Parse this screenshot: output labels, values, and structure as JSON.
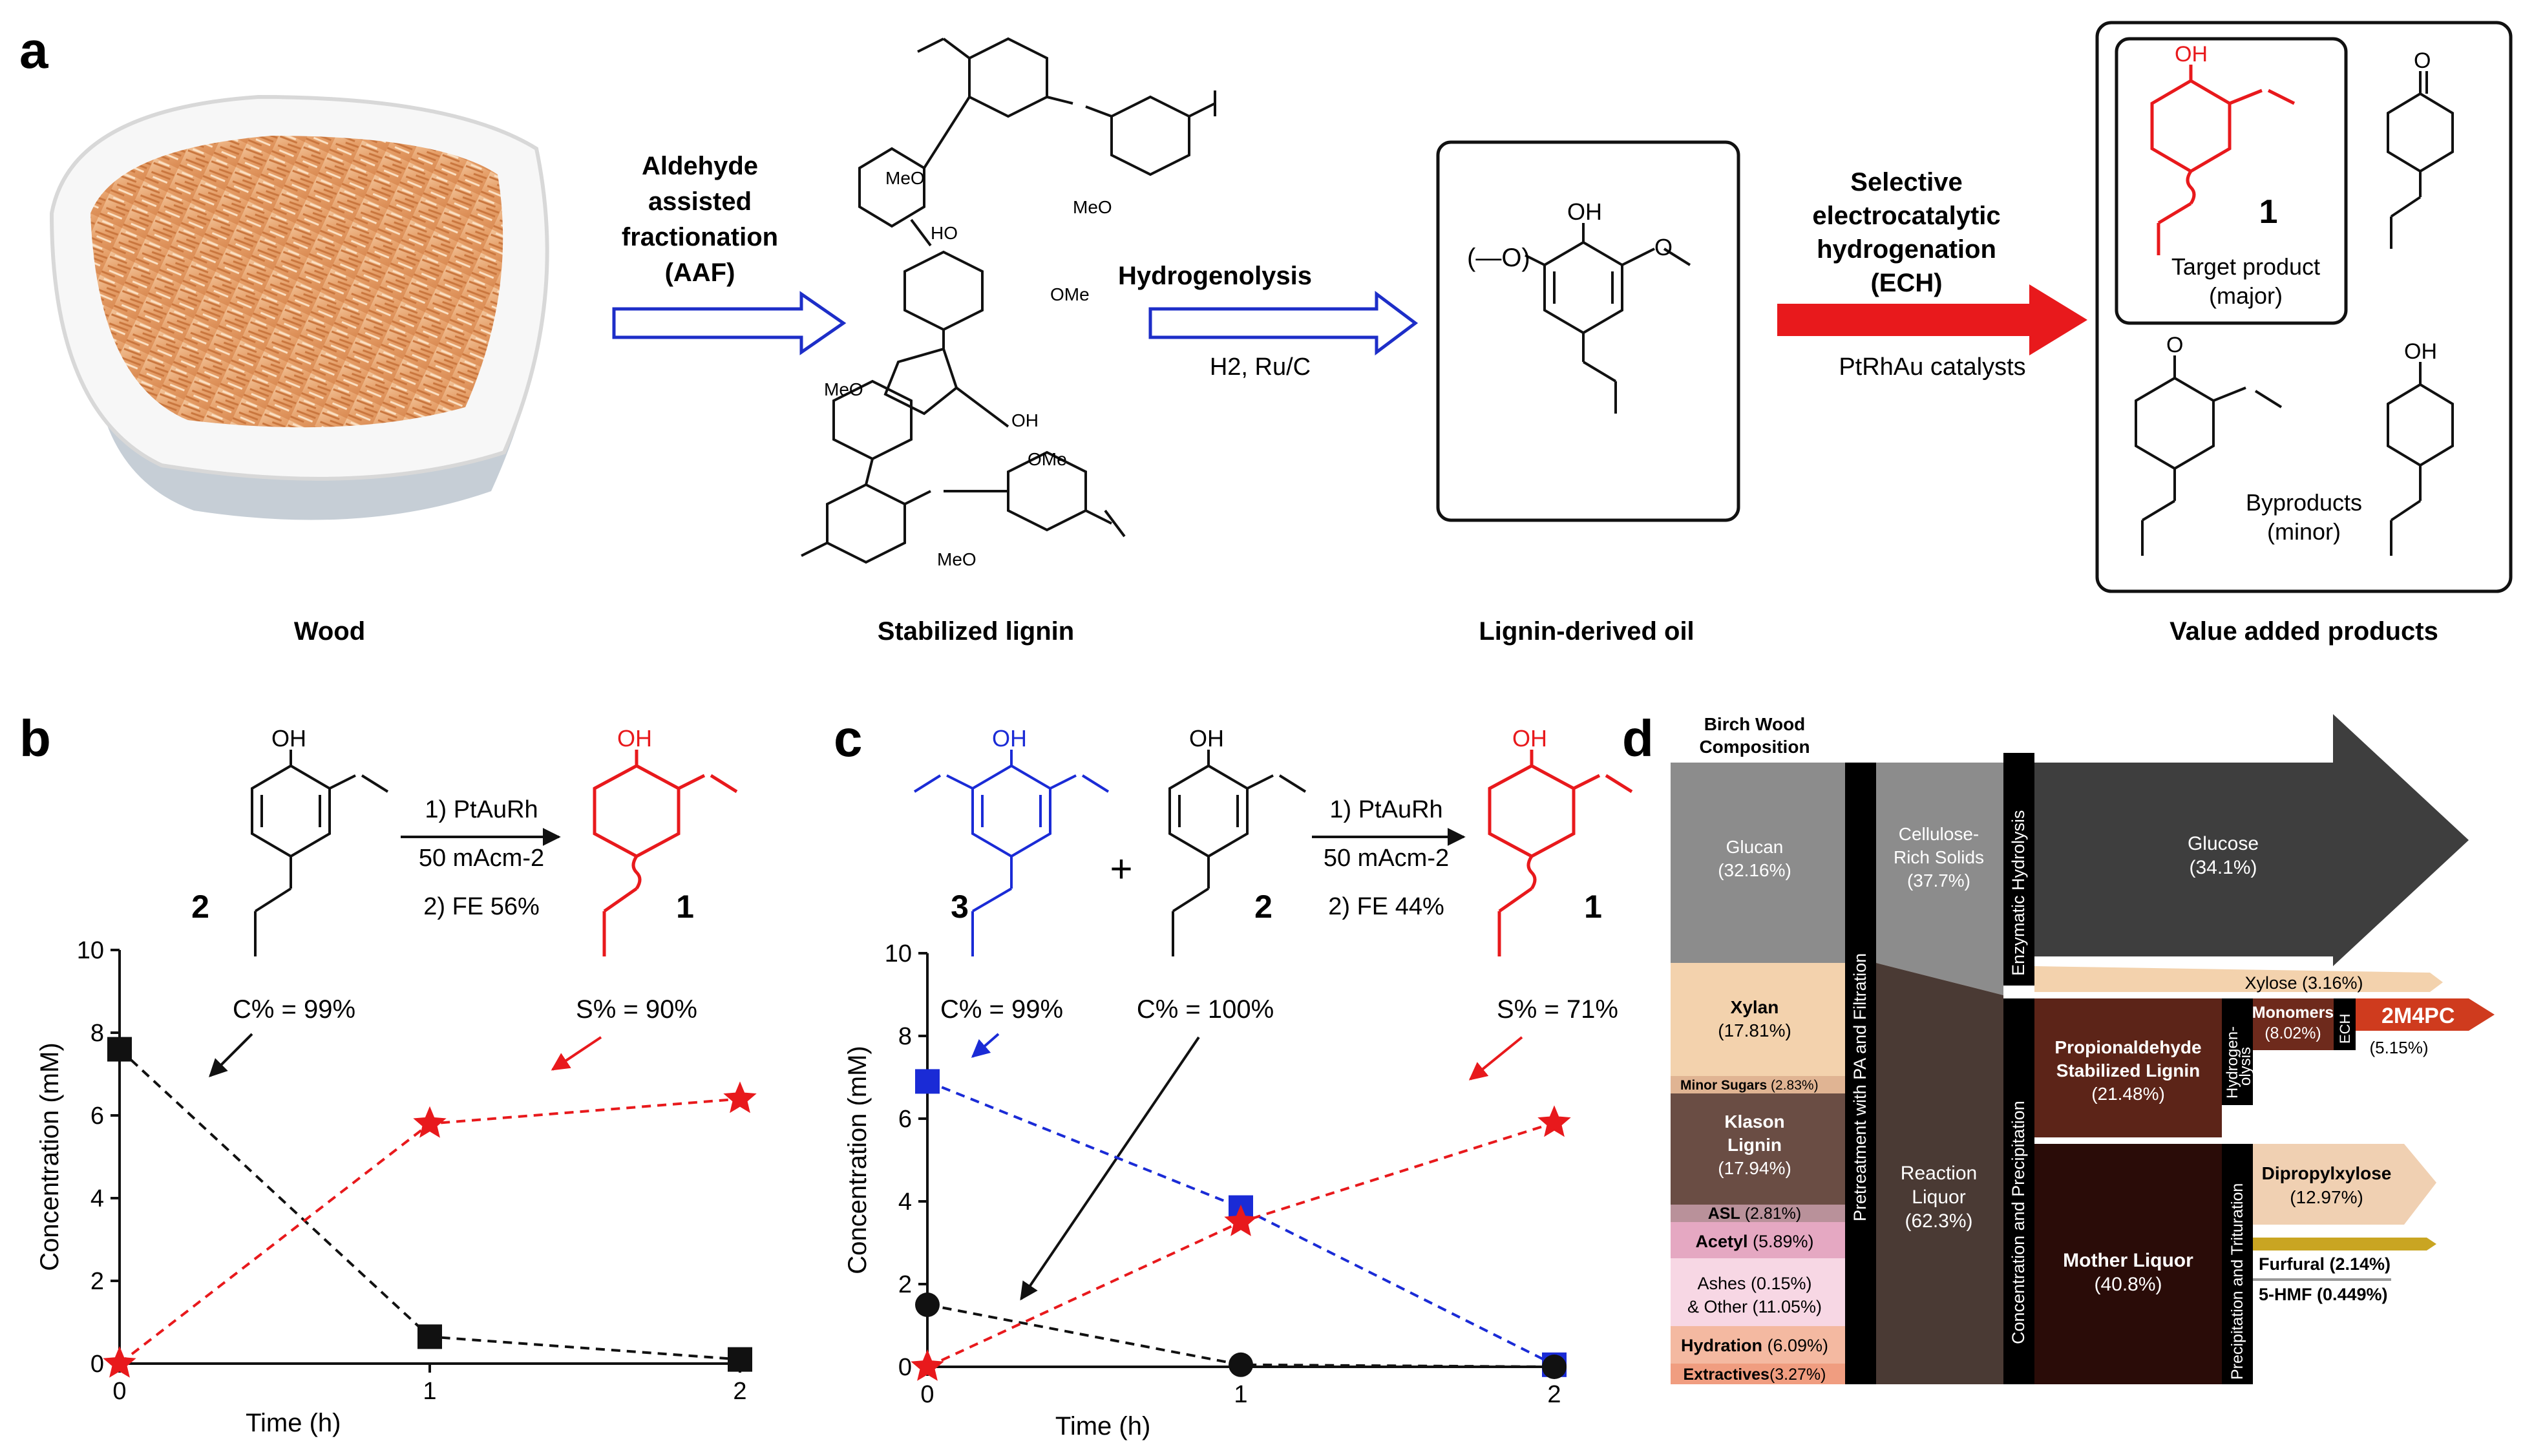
{
  "colors": {
    "red": "#e8191c",
    "blue": "#1a2bd6",
    "black": "#111111",
    "arrow_blue": "#1d2ec8"
  },
  "panel_a": {
    "letter": "a",
    "wood_label": "Wood",
    "step1": [
      "Aldehyde",
      "assisted",
      "fractionation",
      "(AAF)"
    ],
    "stabilized_label": "Stabilized lignin",
    "step2_title": "Hydrogenolysis",
    "step2_cond": "H2, Ru/C",
    "oil_label": "Lignin-derived oil",
    "step3": [
      "Selective",
      "electrocatalytic",
      "hydrogenation",
      "(ECH)"
    ],
    "step3_cond": "PtRhAu catalysts",
    "target_num": "1",
    "target_label": [
      "Target product",
      "(major)"
    ],
    "byproducts_label": [
      "Byproducts",
      "(minor)"
    ],
    "products_label": "Value added products",
    "lignin_substituents": {
      "meo": "MeO",
      "ome": "OMe",
      "ho": "HO",
      "oh": "OH"
    }
  },
  "panel_b": {
    "letter": "b",
    "reactant_num": "2",
    "product_num": "1",
    "cond1": "1) PtAuRh",
    "cond2": "50 mAcm-2",
    "cond3": "2) FE 56%",
    "conv": "C% = 99%",
    "sel": "S% = 90%",
    "oh": "OH",
    "chart_data": {
      "type": "line",
      "xlabel": "Time (h)",
      "ylabel": "Concentration (mM)",
      "xlim": [
        0,
        2
      ],
      "ylim": [
        0,
        10
      ],
      "xticks": [
        0,
        1,
        2
      ],
      "yticks": [
        0,
        2,
        4,
        6,
        8,
        10
      ],
      "series": [
        {
          "color": "#111111",
          "marker": "square",
          "x": [
            0,
            1,
            2
          ],
          "y": [
            7.6,
            0.65,
            0.1
          ]
        },
        {
          "color": "#e8191c",
          "marker": "star",
          "x": [
            0,
            1,
            2
          ],
          "y": [
            0.0,
            5.8,
            6.4
          ]
        }
      ]
    }
  },
  "panel_c": {
    "letter": "c",
    "reactant3_num": "3",
    "reactant2_num": "2",
    "plus": "+",
    "product_num": "1",
    "cond1": "1) PtAuRh",
    "cond2": "50 mAcm-2",
    "cond3": "2) FE 44%",
    "conv3": "C% = 99%",
    "conv2": "C% = 100%",
    "sel": "S% = 71%",
    "oh": "OH",
    "chart_data": {
      "type": "line",
      "xlabel": "Time (h)",
      "ylabel": "Concentration (mM)",
      "xlim": [
        0,
        2
      ],
      "ylim": [
        0,
        10
      ],
      "xticks": [
        0,
        1,
        2
      ],
      "yticks": [
        0,
        2,
        4,
        6,
        8,
        10
      ],
      "series": [
        {
          "color": "#1a2bd6",
          "marker": "square",
          "x": [
            0,
            1,
            2
          ],
          "y": [
            6.9,
            3.85,
            0.05
          ]
        },
        {
          "color": "#111111",
          "marker": "circle",
          "x": [
            0,
            1,
            2
          ],
          "y": [
            1.5,
            0.05,
            0.0
          ]
        },
        {
          "color": "#e8191c",
          "marker": "star",
          "x": [
            0,
            1,
            2
          ],
          "y": [
            0.0,
            3.5,
            5.9
          ]
        }
      ]
    }
  },
  "panel_d": {
    "letter": "d",
    "header": [
      "Birch Wood",
      "Composition"
    ],
    "composition": [
      {
        "name": "Glucan",
        "pct": "(32.16%)",
        "color": "#8c8c8c"
      },
      {
        "name": "Xylan",
        "pct": "(17.81%)",
        "color": "#f3d2ad"
      },
      {
        "name": "Minor Sugars",
        "pct": "(2.83%)",
        "color": "#e0b493"
      },
      {
        "name": "Klason Lignin",
        "pct": "(17.94%)",
        "color": "#6a4d44"
      },
      {
        "name": "ASL",
        "pct": "(2.81%)",
        "color": "#b9919a"
      },
      {
        "name": "Acetyl",
        "pct": "(5.89%)",
        "color": "#e5a8c2"
      },
      {
        "name": "Ashes (0.15%)",
        "pct": "& Other (11.05%)",
        "color": "#f7d7e4"
      },
      {
        "name": "Hydration",
        "pct": "(6.09%)",
        "color": "#f4b9a1"
      },
      {
        "name": "Extractives",
        "pct": "(3.27%)",
        "color": "#f09d80"
      }
    ],
    "pretreatment": "Pretreatment with PA and Filtration",
    "cellulose": [
      "Cellulose-",
      "Rich Solids",
      "(37.7%)"
    ],
    "enzymatic": "Enzymatic Hydrolysis",
    "glucose": [
      "Glucose",
      "(34.1%)"
    ],
    "xylose": "Xylose (3.16%)",
    "reaction_liquor": [
      "Reaction",
      "Liquor",
      "(62.3%)"
    ],
    "conc_precip": "Concentration and Precipitation",
    "psl": [
      "Propionaldehyde",
      "Stabilized Lignin",
      "(21.48%)"
    ],
    "hydrogenolysis": [
      "Hydrogen-",
      "olysis"
    ],
    "monomers": [
      "Monomers",
      "(8.02%)"
    ],
    "ech": "ECH",
    "m4pc": "2M4PC",
    "m4pc_pct": "(5.15%)",
    "mother_liquor": [
      "Mother Liquor",
      "(40.8%)"
    ],
    "precip_trit": "Precipitation and Trituration",
    "dipropylxylose": [
      "Dipropylxylose",
      "(12.97%)"
    ],
    "furfural": "Furfural (2.14%)",
    "hmf": "5-HMF (0.449%)"
  }
}
